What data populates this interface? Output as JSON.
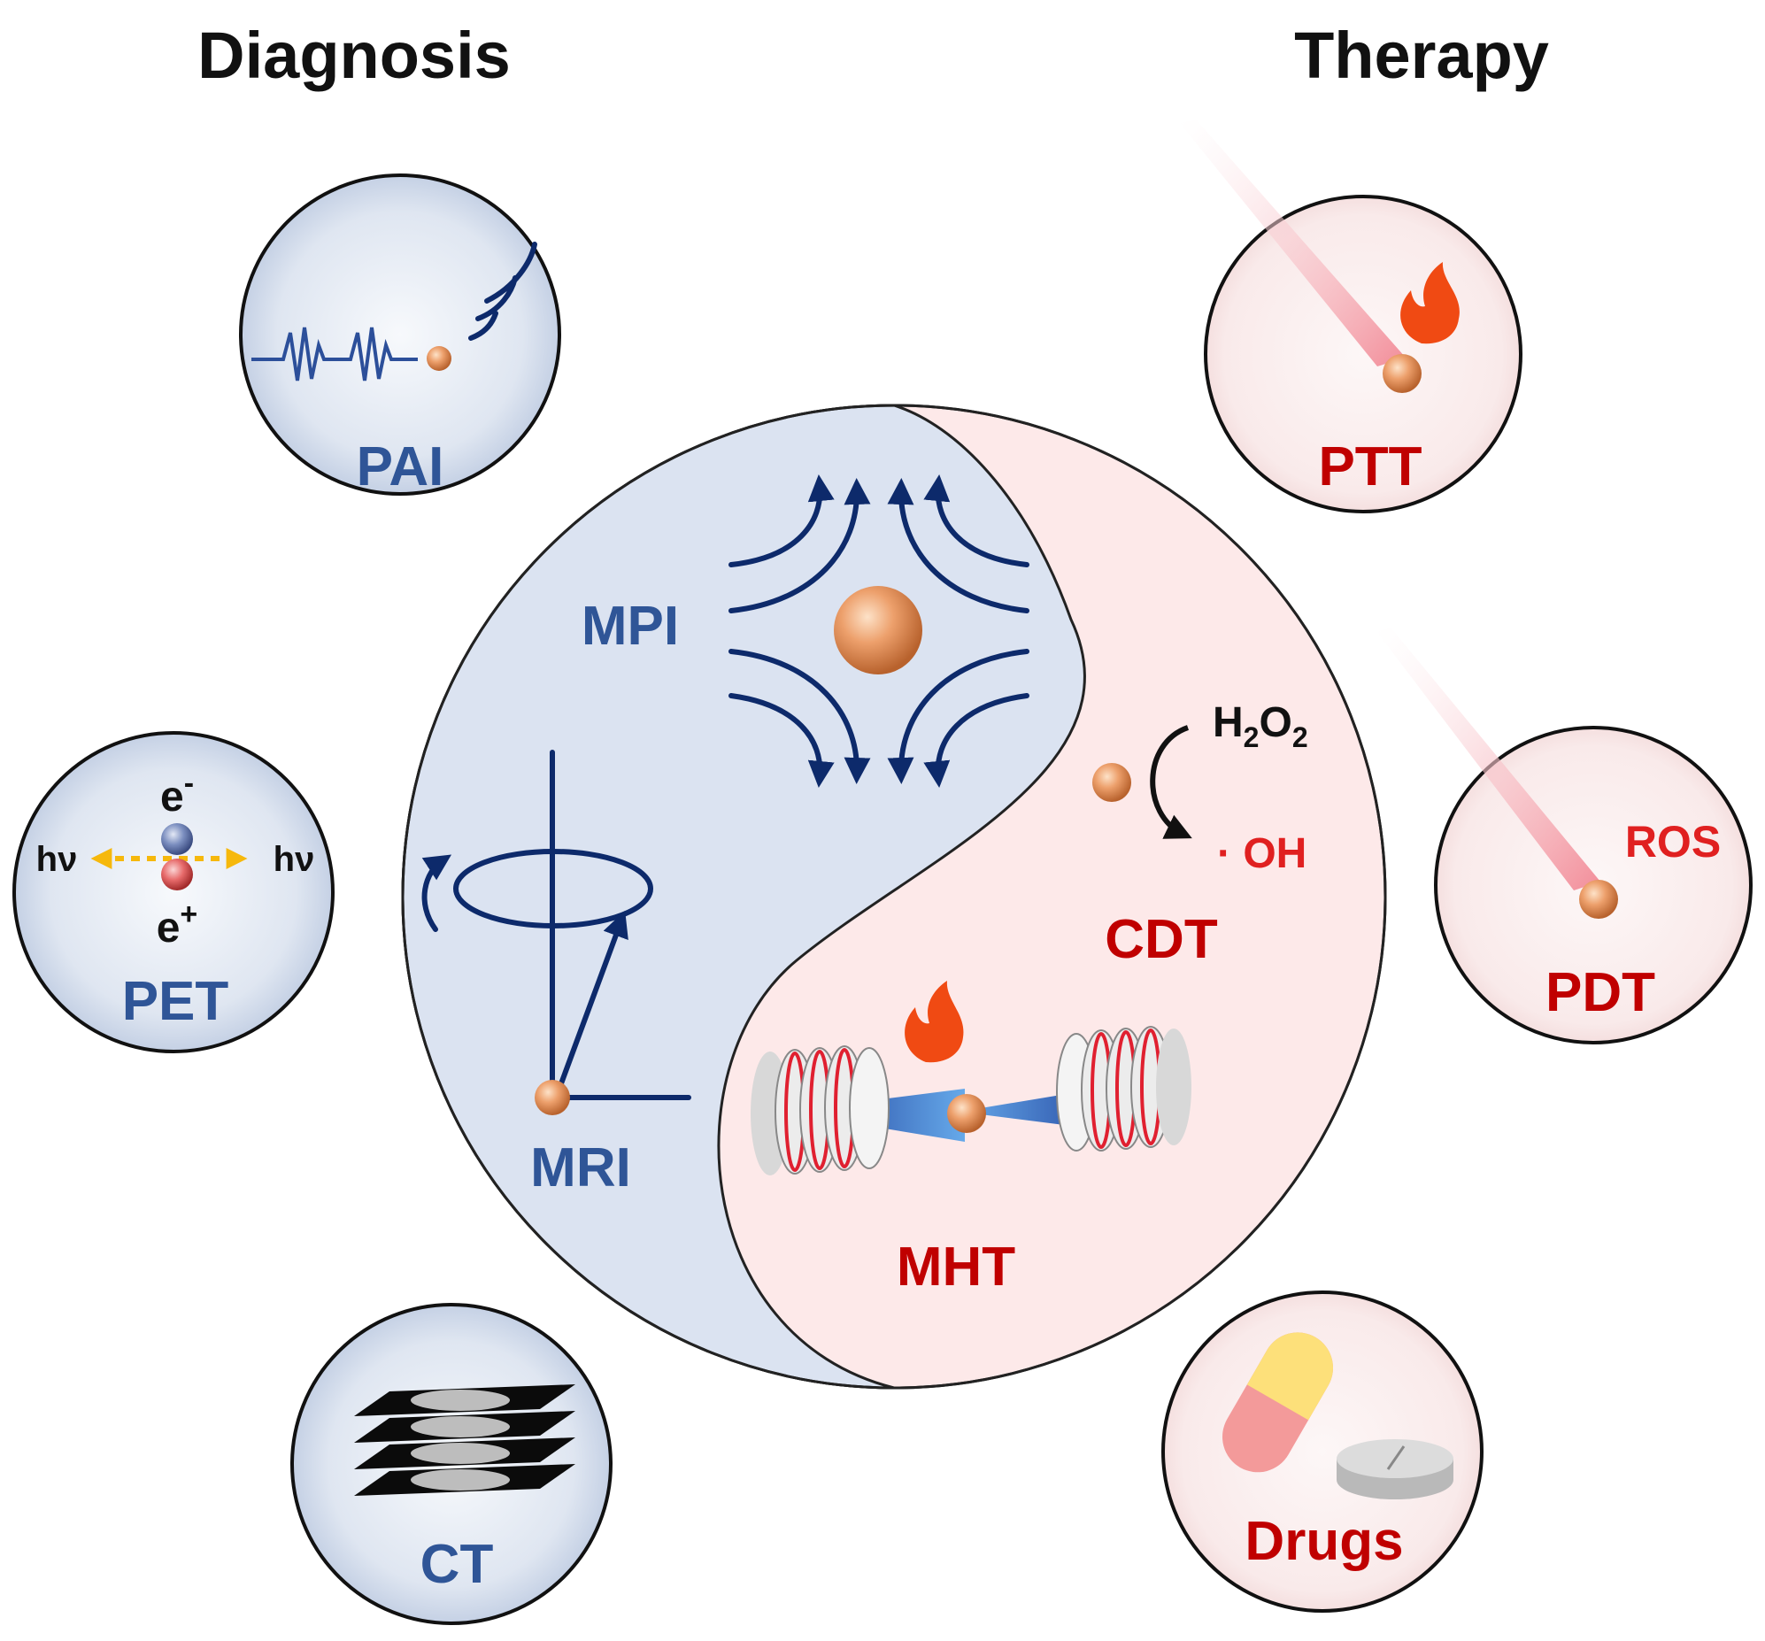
{
  "headers": {
    "left": "Diagnosis",
    "right": "Therapy"
  },
  "diagnosis": {
    "pai": "PAI",
    "pet": {
      "label": "PET",
      "e_minus": "e",
      "e_minus_sup": "-",
      "e_plus": "e",
      "e_plus_sup": "+",
      "hv_left": "hν",
      "hv_right": "hν"
    },
    "ct": "CT",
    "mpi": "MPI",
    "mri": "MRI"
  },
  "therapy": {
    "ptt": "PTT",
    "pdt": {
      "label": "PDT",
      "ros": "ROS"
    },
    "drugs": "Drugs",
    "cdt": {
      "label": "CDT",
      "h2o2_h": "H",
      "h2o2_sub1": "2",
      "h2o2_o": "O",
      "h2o2_sub2": "2",
      "oh": "· OH"
    },
    "mht": "MHT"
  },
  "colors": {
    "diagnosis_text": "#2f5597",
    "therapy_text": "#c00000",
    "diagnosis_fill": "#dbe3f1",
    "therapy_fill": "#fde9e9",
    "particle": "#e08a4f",
    "arrow_navy": "#0d2a6b",
    "flame": "#f04a13",
    "laser": "#f4a3aa"
  },
  "icons": [
    "waveform-icon",
    "signal-arc-icon",
    "nanoparticle-icon",
    "field-line-arrows-icon",
    "precession-icon",
    "coil-icon",
    "flame-icon",
    "laser-beam-icon",
    "pill-icon",
    "tablet-icon",
    "ct-slices-icon",
    "catalysis-arrow-icon"
  ]
}
